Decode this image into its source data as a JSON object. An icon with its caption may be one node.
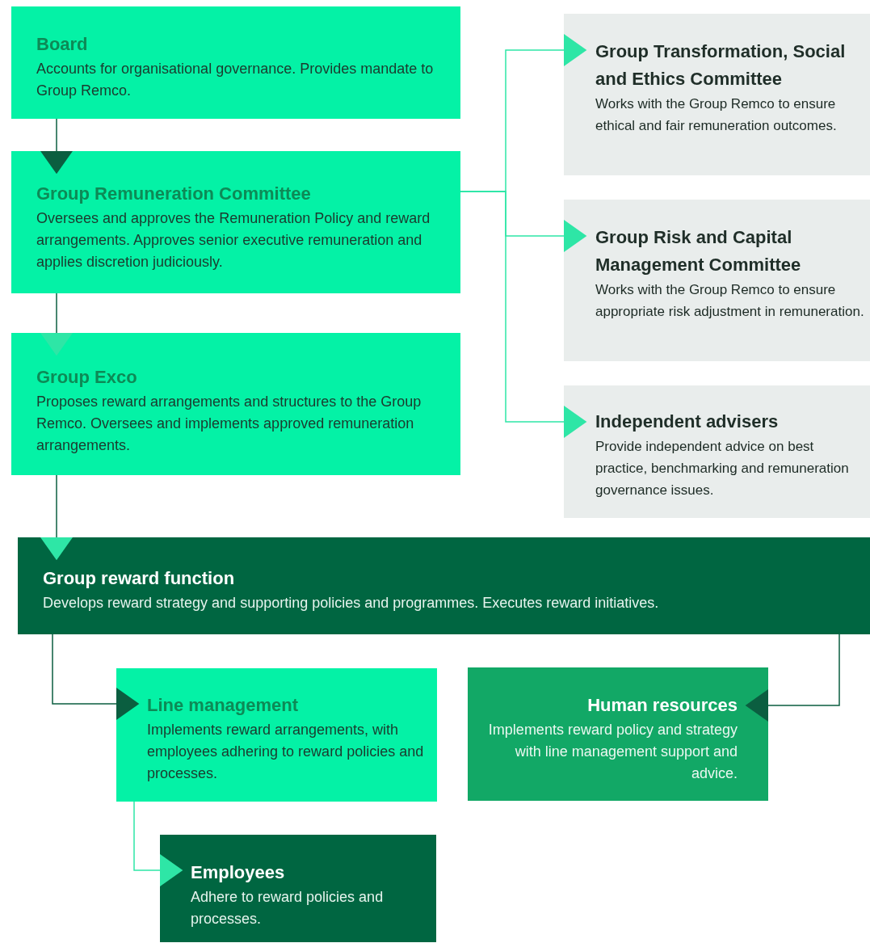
{
  "diagram": {
    "nodes": [
      {
        "text": [
          "Board",
          "Accounts for organisational governance. Provides mandate to Group Remco."
        ]
      },
      {
        "text": [
          "Group Remuneration Committee",
          "Oversees and approves the Remuneration Policy and reward arrangements. Approves senior executive remuneration and applies discretion judiciously."
        ]
      },
      {
        "text": [
          "Group Exco",
          "Proposes reward arrangements and structures to the Group Remco. Oversees and implements approved remuneration arrangements."
        ]
      },
      {
        "text": [
          "Group Transformation, Social and Ethics Committee",
          "Works with the Group Remco to ensure ethical  and fair remuneration outcomes."
        ]
      },
      {
        "text": [
          "Group Risk and Capital Management Committee",
          "Works with the Group Remco to ensure appropriate risk adjustment in remuneration."
        ]
      },
      {
        "text": [
          "Independent advisers",
          "Provide independent advice on best practice, benchmarking and remuneration governance issues."
        ]
      },
      {
        "text": [
          "Group reward function",
          "Develops reward strategy and supporting policies and programmes. Executes reward initiatives."
        ]
      },
      {
        "text": [
          "Line management",
          "Implements reward arrangements, with employees adhering to reward policies and processes."
        ]
      },
      {
        "text": [
          "Human resources",
          "Implements reward policy and strategy with line management support and advice."
        ]
      },
      {
        "text": [
          "Employees",
          "Adhere to reward policies and processes."
        ]
      }
    ],
    "edges": [
      {
        "from": 0,
        "to": 1,
        "arrow": "to"
      },
      {
        "from": 1,
        "to": 2,
        "arrow": "to"
      },
      {
        "from": 1,
        "to": 3,
        "arrow": "to",
        "color": "#2ee6a6"
      },
      {
        "from": 1,
        "to": 4,
        "arrow": "to",
        "color": "#2ee6a6"
      },
      {
        "from": 1,
        "to": 5,
        "arrow": "to",
        "color": "#2ee6a6"
      },
      {
        "from": 2,
        "to": 6,
        "arrow": "to"
      },
      {
        "from": 6,
        "to": 7,
        "arrow": "to"
      },
      {
        "from": 6,
        "to": 8,
        "arrow": "to"
      },
      {
        "from": 7,
        "to": 9,
        "arrow": "to",
        "color": "#2ee6a6"
      }
    ]
  }
}
